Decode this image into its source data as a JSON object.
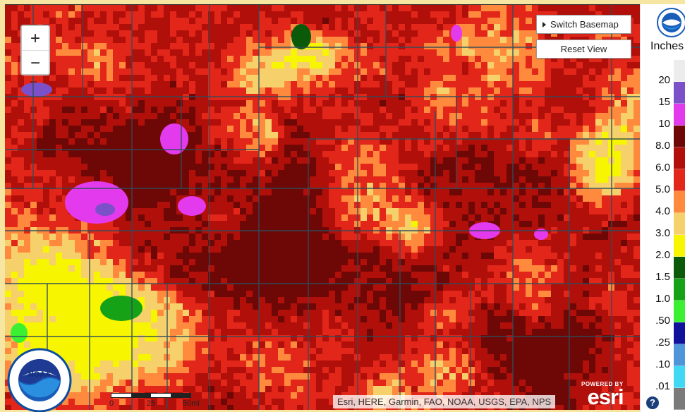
{
  "map": {
    "zoom_in_label": "+",
    "zoom_out_label": "−",
    "switch_basemap_label": "Switch Basemap",
    "reset_view_label": "Reset View",
    "attribution": "Esri, HERE, Garmin, FAO, NOAA, USGS, EPA, NPS",
    "esri_powered_by": "POWERED BY",
    "esri_brand": "esri",
    "scalebar_labels": [
      "0",
      "25",
      "50mi"
    ],
    "noaa_logo_text": "NOAA"
  },
  "legend": {
    "units": "Inches",
    "ticks": [
      "20",
      "15",
      "10",
      "8.0",
      "6.0",
      "5.0",
      "4.0",
      "3.0",
      "2.0",
      "1.5",
      "1.0",
      ".50",
      ".25",
      ".10",
      ".01"
    ],
    "colors": [
      "#ececec",
      "#7b50c8",
      "#e43aee",
      "#6e0806",
      "#b10f0a",
      "#e3261a",
      "#ff8a3d",
      "#f6d16b",
      "#f7f500",
      "#0a5a0a",
      "#16a216",
      "#3af030",
      "#11129c",
      "#4f95da",
      "#40d8f4",
      "#7a7a7a"
    ],
    "help_label": "?"
  }
}
